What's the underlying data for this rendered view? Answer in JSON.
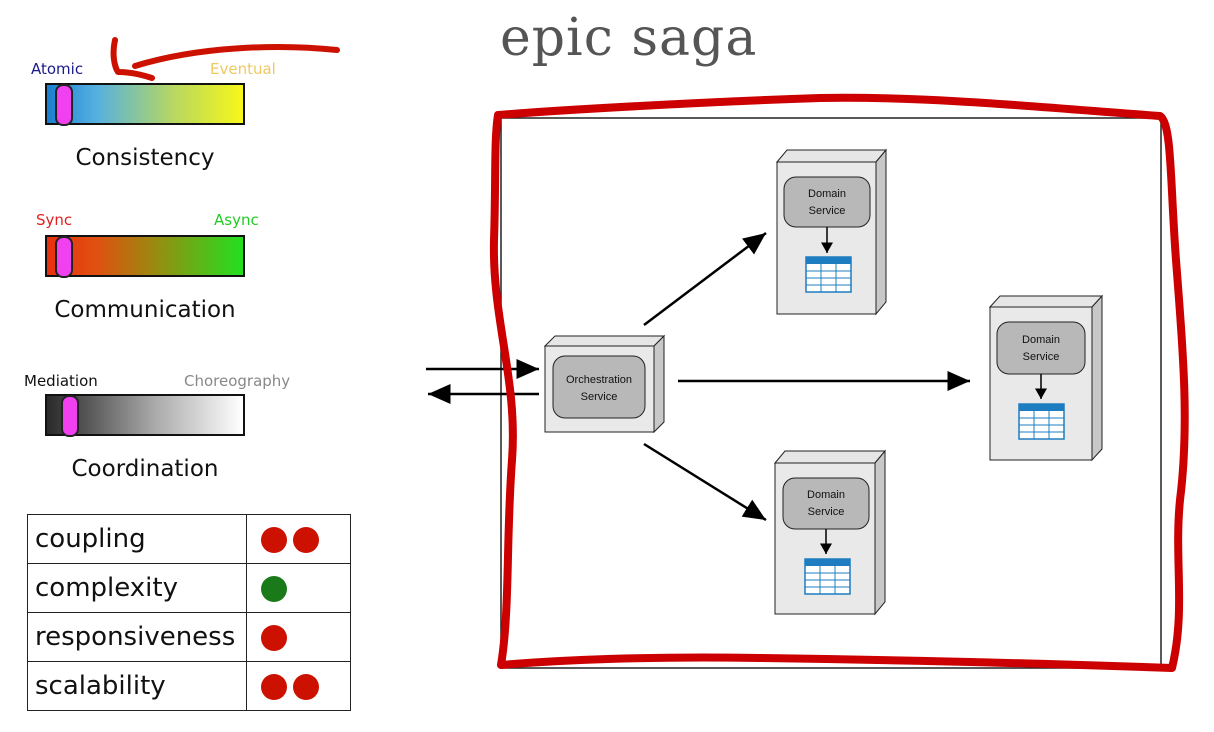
{
  "title": "epic saga",
  "scales": {
    "consistency": {
      "left": "Atomic",
      "right": "Eventual",
      "label": "Consistency",
      "left_color": "#1a1a8c",
      "right_color": "#f0c860"
    },
    "communication": {
      "left": "Sync",
      "right": "Async",
      "label": "Communication",
      "left_color": "#e02020",
      "right_color": "#22cc22"
    },
    "coordination": {
      "left": "Mediation",
      "right": "Choreography",
      "label": "Coordination",
      "left_color": "#111111",
      "right_color": "#888888"
    }
  },
  "metrics": [
    {
      "label": "coupling",
      "dots": [
        "red",
        "red"
      ]
    },
    {
      "label": "complexity",
      "dots": [
        "green"
      ]
    },
    {
      "label": "responsiveness",
      "dots": [
        "red"
      ]
    },
    {
      "label": "scalability",
      "dots": [
        "red",
        "red"
      ]
    }
  ],
  "colors": {
    "red": "#cc1100",
    "green": "#1a7a1a",
    "handle": "#f040f0",
    "outline": "#cc0000"
  },
  "diagram": {
    "orchestrator": {
      "line1": "Orchestration",
      "line2": "Service"
    },
    "services": [
      {
        "line1": "Domain",
        "line2": "Service"
      },
      {
        "line1": "Domain",
        "line2": "Service"
      },
      {
        "line1": "Domain",
        "line2": "Service"
      }
    ]
  }
}
